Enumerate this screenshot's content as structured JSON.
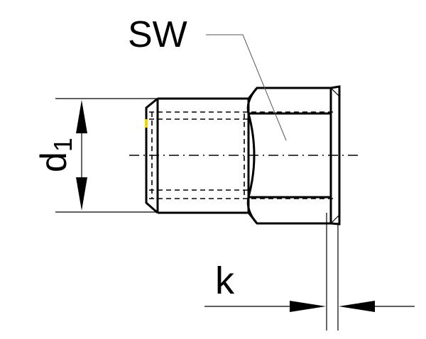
{
  "labels": {
    "width_across_flats": "SW",
    "diameter_main": "d",
    "diameter_sub": "1",
    "head_height": "k"
  },
  "colors": {
    "line": "#000000",
    "leader": "#555555",
    "marker": "#e8d800"
  }
}
